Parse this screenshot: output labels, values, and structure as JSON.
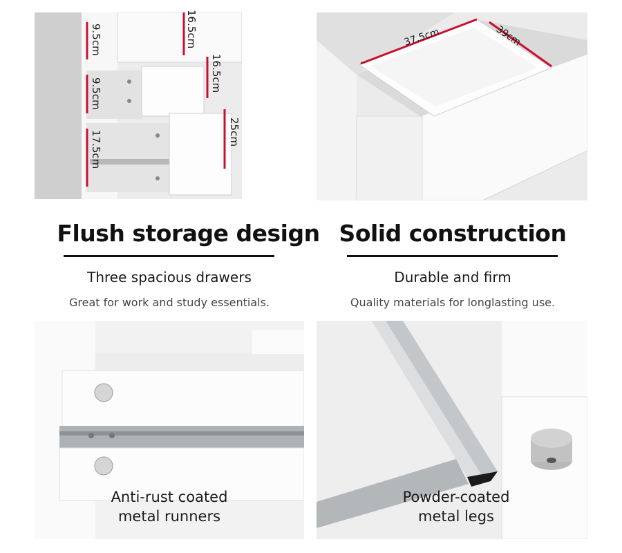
{
  "panels": {
    "drawers_photo": {
      "dimensions": [
        "16.5cm",
        "9.5cm",
        "16.5cm",
        "9.5cm",
        "25cm",
        "17.5cm"
      ]
    },
    "open_drawer_photo": {
      "dimensions": [
        "37.5cm",
        "39cm"
      ]
    },
    "runner_photo": {
      "caption_lines": [
        "Anti-rust coated",
        "metal runners"
      ]
    },
    "legs_photo": {
      "caption_lines": [
        "Powder-coated",
        "metal legs"
      ]
    }
  },
  "features": {
    "left": {
      "heading": "Flush storage design",
      "subheading": "Three spacious drawers",
      "description": "Great for work and study essentials."
    },
    "right": {
      "heading": "Solid construction",
      "subheading": "Durable and firm",
      "description": "Quality materials for longlasting use."
    }
  },
  "colors": {
    "dimension_line": "#c8102e",
    "heading_rule": "#111111",
    "furniture_white": "#fbfbfb",
    "metal_grey": "#a9adb0"
  }
}
